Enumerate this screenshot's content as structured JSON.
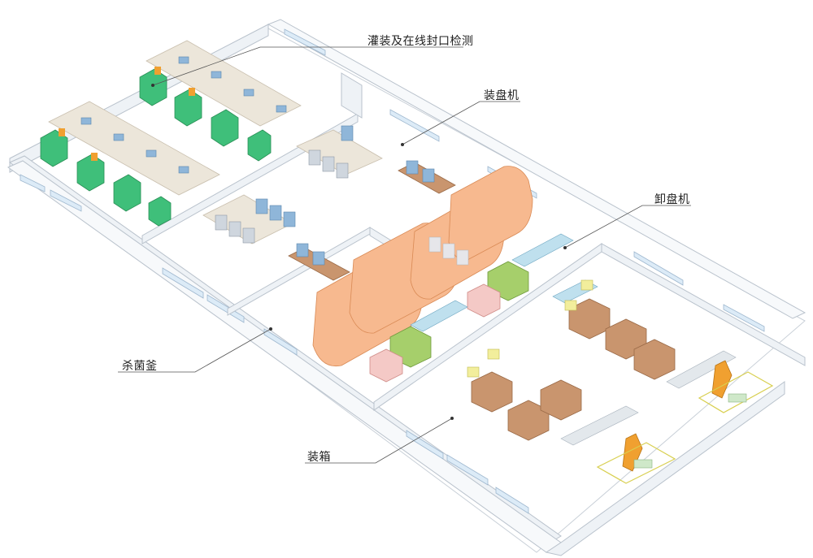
{
  "labels": {
    "filling": "灌装及在线封口检测",
    "tray_loader": "装盘机",
    "tray_unloader": "卸盘机",
    "retort": "杀菌釜",
    "case_packing": "装箱"
  },
  "colors": {
    "machine_green": "#3fbf7a",
    "retort_orange": "#f7b98f",
    "conveyor_beige": "#ece6da",
    "crate_blue": "#8fb6d9",
    "press_brown": "#c9956e",
    "robot_orange": "#f0a030",
    "frame_yellow": "#f2ee9c",
    "window_blue": "#dcebf7"
  }
}
